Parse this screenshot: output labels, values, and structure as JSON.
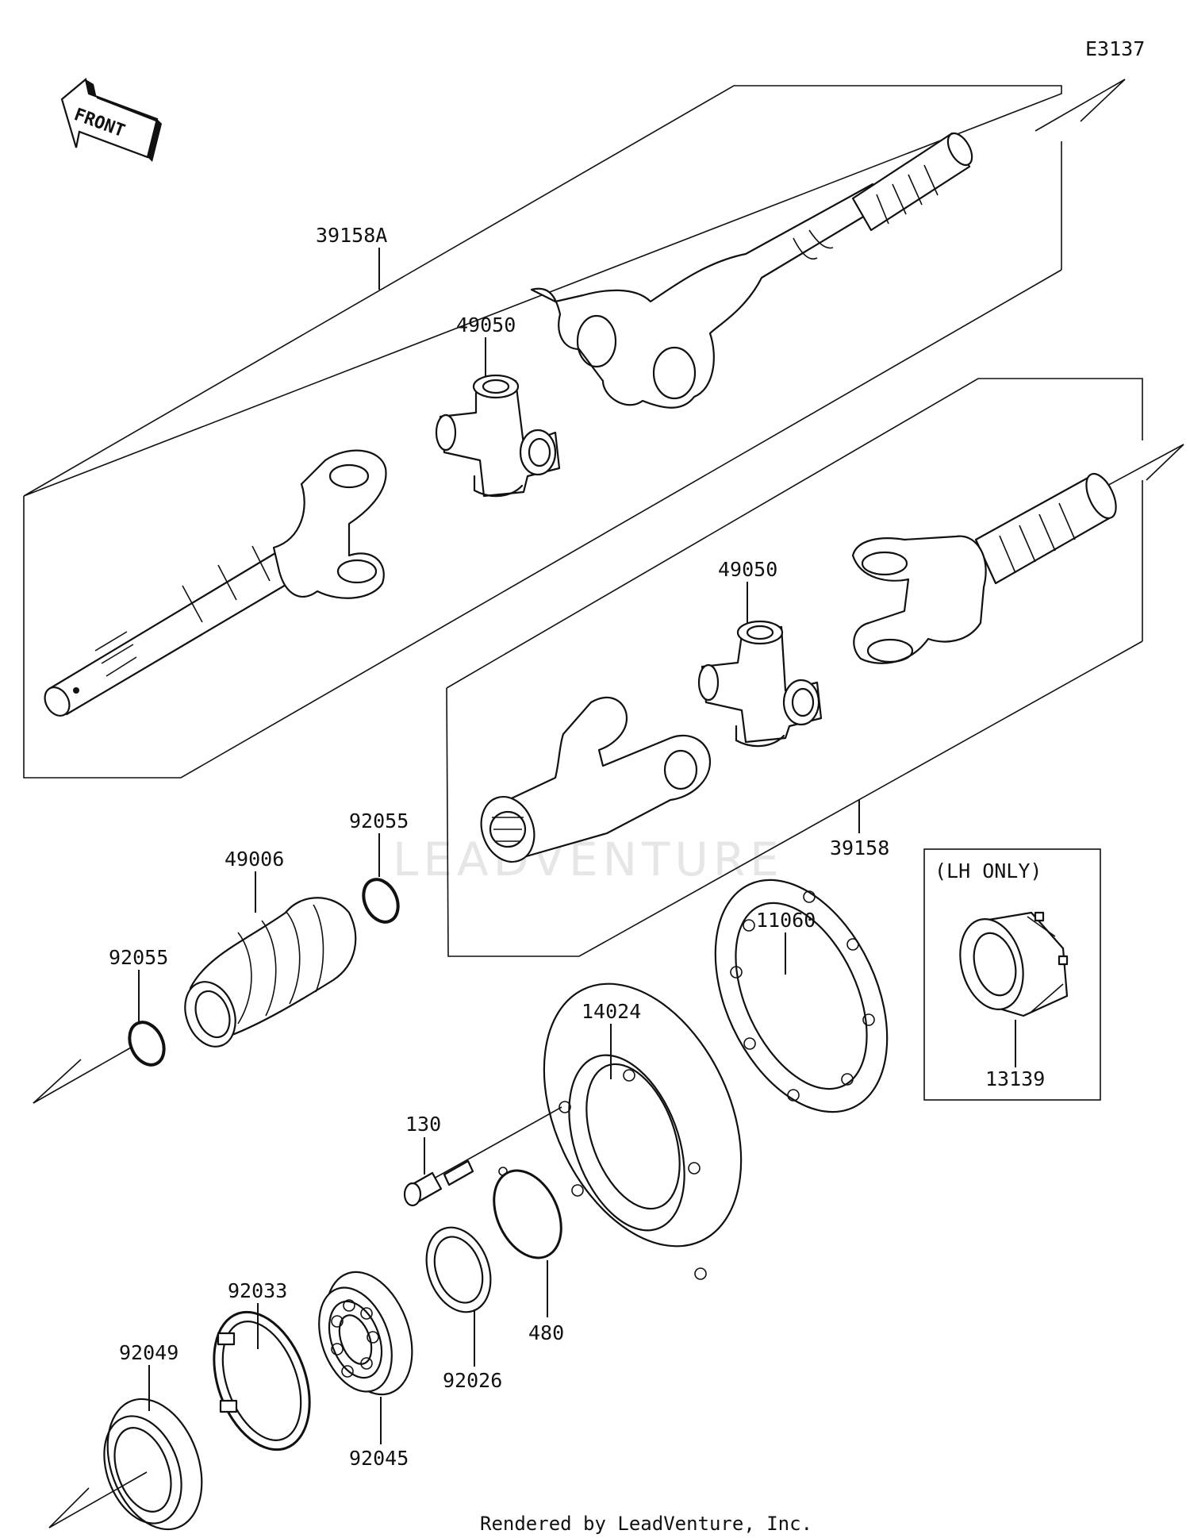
{
  "diagram_code": "E3137",
  "front_label": "FRONT",
  "watermark": "LEADVENTURE",
  "footer": "Rendered by LeadVenture, Inc.",
  "lh_only_note": "(LH ONLY)",
  "callouts": {
    "shaft_front": "39158A",
    "ujoint_front": "49050",
    "ujoint_rear": "49050",
    "shaft_rear": "39158",
    "ring_right": "92055",
    "boot": "49006",
    "ring_left": "92055",
    "gasket": "11060",
    "housing": "14024",
    "lh_gear": "13139",
    "bolt": "130",
    "seal": "92049",
    "snap_ring": "92033",
    "bearing": "92045",
    "shim": "92026",
    "circlip": "480"
  }
}
